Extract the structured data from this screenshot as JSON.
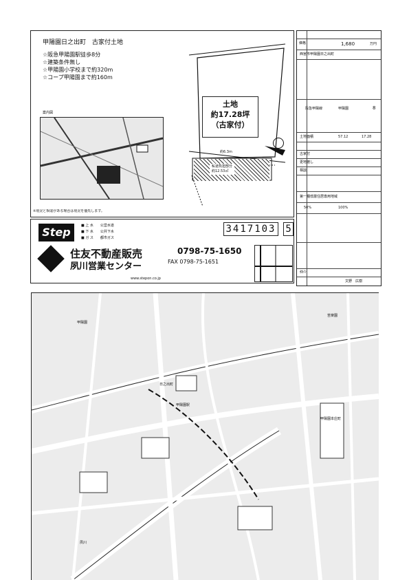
{
  "header": {
    "title": "甲陽園日之出町　古家付土地",
    "features": [
      "☆阪急甲陽園駅徒歩8分",
      "☆建築条件無し",
      "☆甲陽園小学校まで約320m",
      "☆コープ甲陽園まで約160m"
    ]
  },
  "site_plan": {
    "label_line1": "土地",
    "label_line2": "約17.28坪",
    "label_line3": "（古家付）",
    "road_width": "約6.3m",
    "setback_note": "私道負担部分",
    "setback_area": "約12.53㎡"
  },
  "area_map": {
    "label": "案内図"
  },
  "spec_table": {
    "price": "1,680",
    "price_unit": "万円",
    "address": "西宮市甲陽園日之出町",
    "access_line": "阪急甲陽線",
    "station": "甲陽園",
    "walk": "8",
    "land_area_tsubo": "17.28",
    "land_area_sqm": "57.12",
    "building": "古家付",
    "current_status": "更地渡し",
    "delivery": "相談",
    "zoning": "第一種低層住居専用地域",
    "coverage": "50%",
    "floor_ratio": "100%",
    "mode": "仲介",
    "agent": "文野　広樹"
  },
  "footer": {
    "brand": "Step",
    "ref_number": "3417103",
    "ref_suffix": "5",
    "company": "住友不動産販売",
    "branch": "夙川営業センター",
    "tel": "0798-75-1650",
    "fax": "FAX 0798-75-1651",
    "website": "www.stepon.co.jp"
  },
  "big_map": {
    "labels": [
      "甲陽園",
      "日之出町",
      "甲陽園駅",
      "甲陽園本庄町",
      "苦楽園",
      "夙川"
    ]
  }
}
